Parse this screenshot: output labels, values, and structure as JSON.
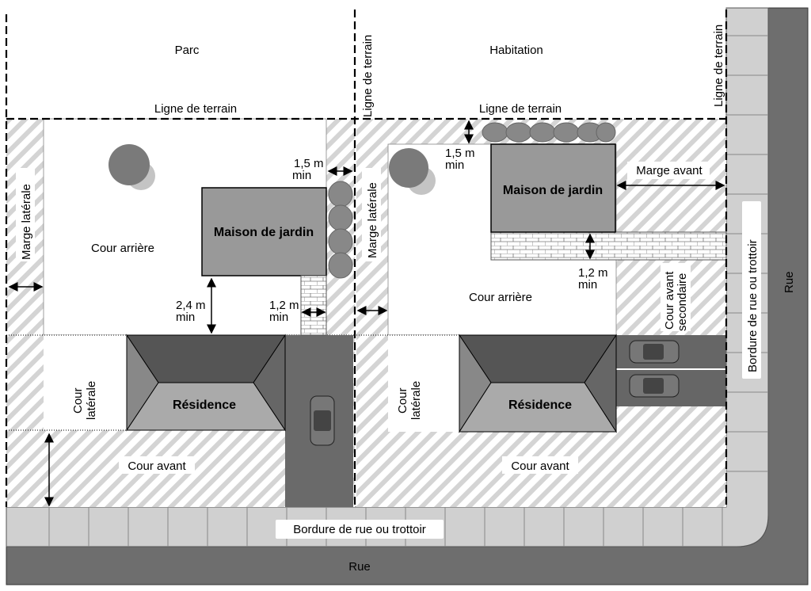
{
  "lot_left": {
    "title": "Parc",
    "property_line": "Ligne de terrain",
    "side_margin": "Marge latérale",
    "backyard": "Cour arrière",
    "shed": "Maison de jardin",
    "dim_side": "1,5 m",
    "dim_side_min": "min",
    "dim_rear": "2,4 m",
    "dim_rear_min": "min",
    "dim_walk": "1,2 m",
    "dim_walk_min": "min",
    "side_yard_1": "Cour",
    "side_yard_2": "latérale",
    "residence": "Résidence",
    "front_yard": "Cour avant"
  },
  "lot_right": {
    "title": "Habitation",
    "property_line": "Ligne de terrain",
    "vertical_line_left": "Ligne de terrain",
    "vertical_line_right": "Ligne de terrain",
    "side_margin": "Marge latérale",
    "dim_top": "1,5 m",
    "dim_top_min": "min",
    "shed": "Maison de jardin",
    "front_margin": "Marge avant",
    "dim_walk": "1,2 m",
    "dim_walk_min": "min",
    "backyard": "Cour arrière",
    "secondary_front_1": "Cour avant",
    "secondary_front_2": "secondaire",
    "side_yard_1": "Cour",
    "side_yard_2": "latérale",
    "residence": "Résidence",
    "front_yard": "Cour avant"
  },
  "street": {
    "curb_bottom": "Bordure de rue ou trottoir",
    "curb_right": "Bordure de rue ou trottoir",
    "road_bottom": "Rue",
    "road_right": "Rue"
  },
  "colors": {
    "road": "#6e6e6e",
    "sidewalk": "#cfcfcf",
    "roof": "#9a9a9a",
    "shed": "#999999",
    "driveway": "#666666"
  }
}
